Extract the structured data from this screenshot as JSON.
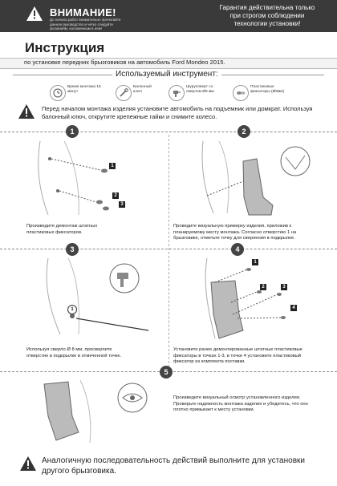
{
  "banner": {
    "title": "ВНИМАНИЕ!",
    "subtitle": "До начала работ внимательно прочитайте данное руководство и четко следуйте указаниям, изложенным в нем!",
    "right": "Гарантия действительна только при строгом соблюдении технологии установки!"
  },
  "title": "Инструкция",
  "subtitle": "по установке передних брызговиков на автомобиль Ford Mondeo 2015.",
  "tools": {
    "header": "Используемый инструмент:",
    "items": [
      {
        "label": "Время монтажа 15 минут",
        "icon": "clock-icon"
      },
      {
        "label": "Балонный ключ",
        "icon": "wrench-icon"
      },
      {
        "label": "Шуруповерт со сверлом Ø8 мм",
        "icon": "drill-icon"
      },
      {
        "label": "Пластиковые фиксаторы (Ø8мм)",
        "icon": "clip-icon"
      }
    ]
  },
  "notice": "Перед началом монтажа изделия установите автомобиль на подъемник или домкрат. Используя балонный ключ, открутите крепежные гайки и снимите колесо.",
  "steps": [
    {
      "num": "1",
      "caption": "Произведите демонтаж штатных пластиковых фиксаторов.",
      "callouts": [
        "1",
        "2",
        "3"
      ]
    },
    {
      "num": "2",
      "caption": "Проведите визуальную примерку изделия, приложив к планируемому месту монтажа. Согласно отверстию 1 на брызговике, отметьте точку для сверления в подкрылке."
    },
    {
      "num": "3",
      "caption": "Используя сверло Ø 8 мм, просверлите отверстие в подкрылке в отмеченной точке.",
      "callouts": [
        "1"
      ]
    },
    {
      "num": "4",
      "caption": "Установите ранее демонтированные штатные пластиковые фиксаторы в точках 1-3, в точке 4 установите пластиковый фиксатор из комплекта поставки.",
      "callouts": [
        "1",
        "2",
        "3",
        "4"
      ]
    },
    {
      "num": "5",
      "caption": "Произведите визуальный осмотр установленного изделия. Проверьте надежность монтажа изделия и убедитесь, что оно плотно примыкает к месту установки."
    }
  ],
  "footer": "Аналогичную последовательность действий выполните для установки другого брызговика."
}
